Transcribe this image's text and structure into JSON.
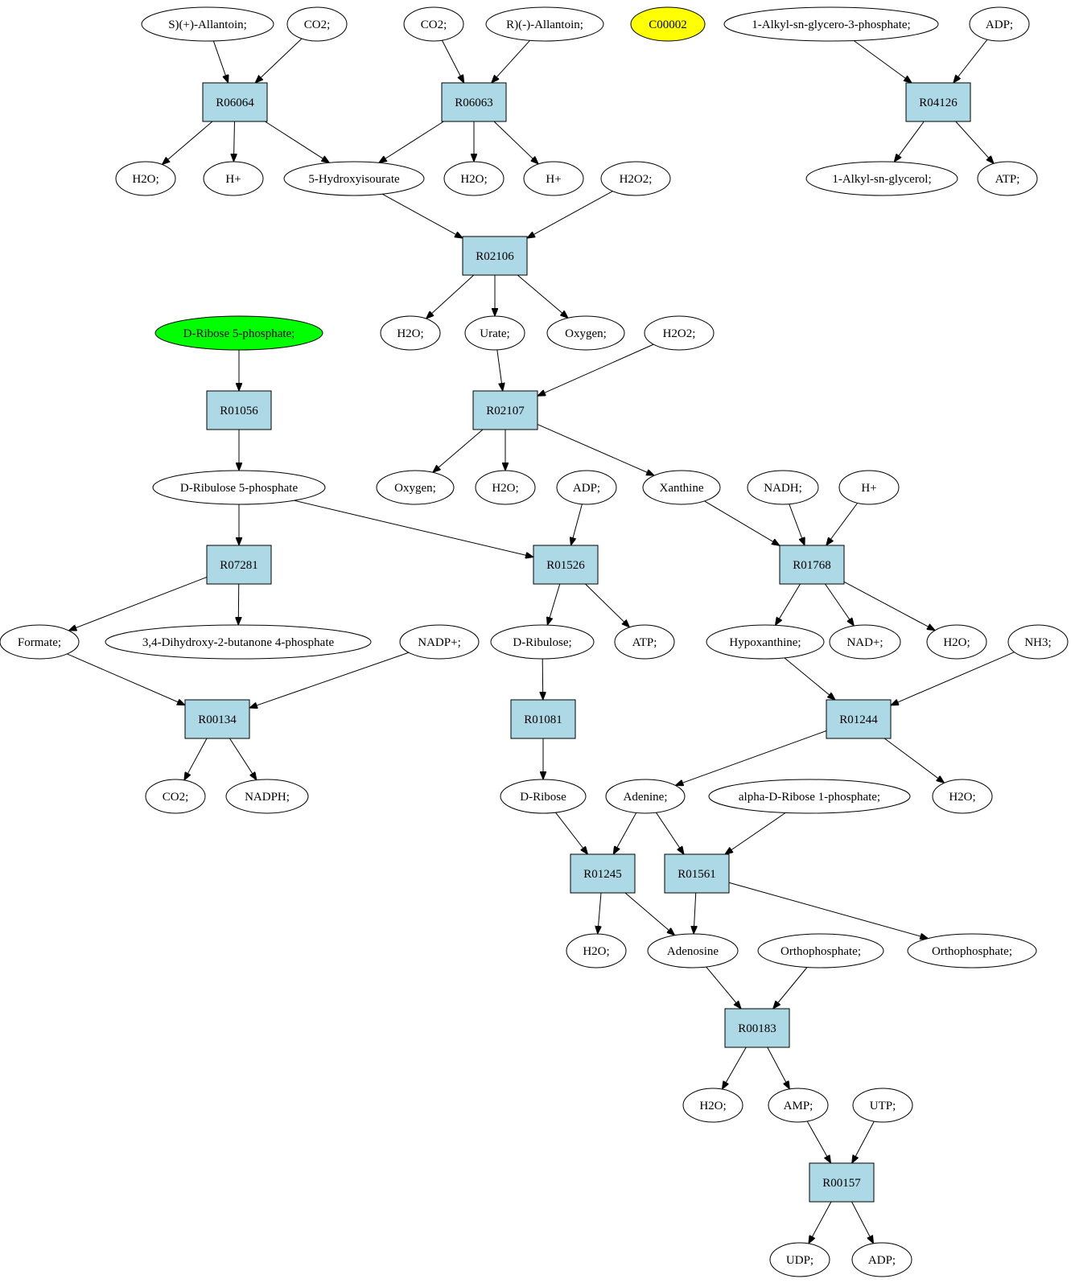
{
  "diagram": {
    "colors": {
      "reaction_fill": "#add8e6",
      "compound_fill": "#ffffff",
      "highlight_green": "#00ff00",
      "highlight_yellow": "#ffff00",
      "stroke": "#000000"
    },
    "nodes": {
      "c_s_allantoin": {
        "label": "S)(+)-Allantoin;"
      },
      "c_co2_a": {
        "label": "CO2;"
      },
      "c_co2_b": {
        "label": "CO2;"
      },
      "c_r_allantoin": {
        "label": "R)(-)-Allantoin;"
      },
      "c_c00002": {
        "label": "C00002"
      },
      "c_alkyl_g3p": {
        "label": "1-Alkyl-sn-glycero-3-phosphate;"
      },
      "c_adp_a": {
        "label": "ADP;"
      },
      "r_R06064": {
        "label": "R06064"
      },
      "r_R06063": {
        "label": "R06063"
      },
      "r_R04126": {
        "label": "R04126"
      },
      "c_h2o_a": {
        "label": "H2O;"
      },
      "c_hplus_a": {
        "label": "H+"
      },
      "c_hydroxyisourate": {
        "label": "5-Hydroxyisourate"
      },
      "c_h2o_b": {
        "label": "H2O;"
      },
      "c_hplus_b": {
        "label": "H+"
      },
      "c_h2o2_a": {
        "label": "H2O2;"
      },
      "c_alkyl_glycerol": {
        "label": "1-Alkyl-sn-glycerol;"
      },
      "c_atp_a": {
        "label": "ATP;"
      },
      "r_R02106": {
        "label": "R02106"
      },
      "c_ribose5p": {
        "label": "D-Ribose 5-phosphate;"
      },
      "c_h2o_c": {
        "label": "H2O;"
      },
      "c_urate": {
        "label": "Urate;"
      },
      "c_oxygen_a": {
        "label": "Oxygen;"
      },
      "c_h2o2_b": {
        "label": "H2O2;"
      },
      "r_R01056": {
        "label": "R01056"
      },
      "r_R02107": {
        "label": "R02107"
      },
      "c_ribulose5p": {
        "label": "D-Ribulose 5-phosphate"
      },
      "c_oxygen_b": {
        "label": "Oxygen;"
      },
      "c_h2o_d": {
        "label": "H2O;"
      },
      "c_adp_b": {
        "label": "ADP;"
      },
      "c_xanthine": {
        "label": "Xanthine"
      },
      "c_nadh": {
        "label": "NADH;"
      },
      "c_hplus_c": {
        "label": "H+"
      },
      "r_R07281": {
        "label": "R07281"
      },
      "r_R01526": {
        "label": "R01526"
      },
      "r_R01768": {
        "label": "R01768"
      },
      "c_formate": {
        "label": "Formate;"
      },
      "c_dhbp": {
        "label": "3,4-Dihydroxy-2-butanone 4-phosphate"
      },
      "c_nadpplus": {
        "label": "NADP+;"
      },
      "c_ribulose": {
        "label": "D-Ribulose;"
      },
      "c_atp_b": {
        "label": "ATP;"
      },
      "c_hypoxanthine": {
        "label": "Hypoxanthine;"
      },
      "c_nadplus": {
        "label": "NAD+;"
      },
      "c_h2o_e": {
        "label": "H2O;"
      },
      "c_nh3": {
        "label": "NH3;"
      },
      "r_R00134": {
        "label": "R00134"
      },
      "r_R01081": {
        "label": "R01081"
      },
      "r_R01244": {
        "label": "R01244"
      },
      "c_co2_c": {
        "label": "CO2;"
      },
      "c_nadph": {
        "label": "NADPH;"
      },
      "c_dribose": {
        "label": "D-Ribose"
      },
      "c_adenine": {
        "label": "Adenine;"
      },
      "c_alpha_r1p": {
        "label": "alpha-D-Ribose 1-phosphate;"
      },
      "c_h2o_f": {
        "label": "H2O;"
      },
      "r_R01245": {
        "label": "R01245"
      },
      "r_R01561": {
        "label": "R01561"
      },
      "c_h2o_g": {
        "label": "H2O;"
      },
      "c_adenosine": {
        "label": "Adenosine"
      },
      "c_orthophosphate_a": {
        "label": "Orthophosphate;"
      },
      "c_orthophosphate_b": {
        "label": "Orthophosphate;"
      },
      "r_R00183": {
        "label": "R00183"
      },
      "c_h2o_h": {
        "label": "H2O;"
      },
      "c_amp": {
        "label": "AMP;"
      },
      "c_utp": {
        "label": "UTP;"
      },
      "r_R00157": {
        "label": "R00157"
      },
      "c_udp": {
        "label": "UDP;"
      },
      "c_adp_c": {
        "label": "ADP;"
      }
    },
    "edges": [
      [
        "c_s_allantoin",
        "r_R06064"
      ],
      [
        "c_co2_a",
        "r_R06064"
      ],
      [
        "c_co2_b",
        "r_R06063"
      ],
      [
        "c_r_allantoin",
        "r_R06063"
      ],
      [
        "c_alkyl_g3p",
        "r_R04126"
      ],
      [
        "c_adp_a",
        "r_R04126"
      ],
      [
        "r_R06064",
        "c_h2o_a"
      ],
      [
        "r_R06064",
        "c_hplus_a"
      ],
      [
        "r_R06064",
        "c_hydroxyisourate"
      ],
      [
        "r_R06063",
        "c_hydroxyisourate"
      ],
      [
        "r_R06063",
        "c_h2o_b"
      ],
      [
        "r_R06063",
        "c_hplus_b"
      ],
      [
        "r_R04126",
        "c_alkyl_glycerol"
      ],
      [
        "r_R04126",
        "c_atp_a"
      ],
      [
        "c_hydroxyisourate",
        "r_R02106"
      ],
      [
        "c_h2o2_a",
        "r_R02106"
      ],
      [
        "r_R02106",
        "c_h2o_c"
      ],
      [
        "r_R02106",
        "c_urate"
      ],
      [
        "r_R02106",
        "c_oxygen_a"
      ],
      [
        "c_ribose5p",
        "r_R01056"
      ],
      [
        "c_urate",
        "r_R02107"
      ],
      [
        "c_h2o2_b",
        "r_R02107"
      ],
      [
        "r_R01056",
        "c_ribulose5p"
      ],
      [
        "r_R02107",
        "c_oxygen_b"
      ],
      [
        "r_R02107",
        "c_h2o_d"
      ],
      [
        "r_R02107",
        "c_xanthine"
      ],
      [
        "c_ribulose5p",
        "r_R07281"
      ],
      [
        "c_ribulose5p",
        "r_R01526"
      ],
      [
        "c_adp_b",
        "r_R01526"
      ],
      [
        "c_xanthine",
        "r_R01768"
      ],
      [
        "c_nadh",
        "r_R01768"
      ],
      [
        "c_hplus_c",
        "r_R01768"
      ],
      [
        "r_R07281",
        "c_formate"
      ],
      [
        "r_R07281",
        "c_dhbp"
      ],
      [
        "r_R01526",
        "c_ribulose"
      ],
      [
        "r_R01526",
        "c_atp_b"
      ],
      [
        "r_R01768",
        "c_hypoxanthine"
      ],
      [
        "r_R01768",
        "c_nadplus"
      ],
      [
        "r_R01768",
        "c_h2o_e"
      ],
      [
        "c_formate",
        "r_R00134"
      ],
      [
        "c_nadpplus",
        "r_R00134"
      ],
      [
        "c_ribulose",
        "r_R01081"
      ],
      [
        "c_hypoxanthine",
        "r_R01244"
      ],
      [
        "c_nh3",
        "r_R01244"
      ],
      [
        "r_R00134",
        "c_co2_c"
      ],
      [
        "r_R00134",
        "c_nadph"
      ],
      [
        "r_R01081",
        "c_dribose"
      ],
      [
        "r_R01244",
        "c_adenine"
      ],
      [
        "r_R01244",
        "c_h2o_f"
      ],
      [
        "c_dribose",
        "r_R01245"
      ],
      [
        "c_adenine",
        "r_R01245"
      ],
      [
        "c_adenine",
        "r_R01561"
      ],
      [
        "c_alpha_r1p",
        "r_R01561"
      ],
      [
        "r_R01245",
        "c_h2o_g"
      ],
      [
        "r_R01245",
        "c_adenosine"
      ],
      [
        "r_R01561",
        "c_adenosine"
      ],
      [
        "r_R01561",
        "c_orthophosphate_b"
      ],
      [
        "c_adenosine",
        "r_R00183"
      ],
      [
        "c_orthophosphate_a",
        "r_R00183"
      ],
      [
        "r_R00183",
        "c_h2o_h"
      ],
      [
        "r_R00183",
        "c_amp"
      ],
      [
        "c_amp",
        "r_R00157"
      ],
      [
        "c_utp",
        "r_R00157"
      ],
      [
        "r_R00157",
        "c_udp"
      ],
      [
        "r_R00157",
        "c_adp_c"
      ]
    ]
  }
}
